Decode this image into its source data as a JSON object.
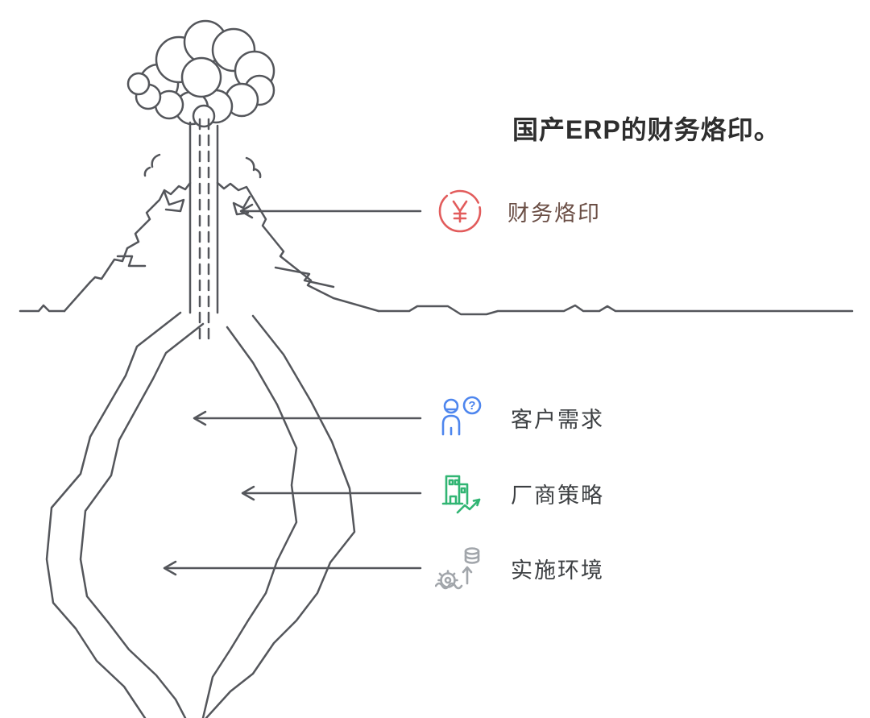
{
  "title": "国产ERP的财务烙印。",
  "callouts": [
    {
      "label": "财务烙印",
      "icon": "yen-circle-icon"
    },
    {
      "label": "客户需求",
      "icon": "customer-need-icon"
    },
    {
      "label": "厂商策略",
      "icon": "vendor-strategy-icon"
    },
    {
      "label": "实施环境",
      "icon": "implementation-environment-icon"
    }
  ],
  "glyphs": {
    "question": "?"
  },
  "colors": {
    "background": "#ffffff",
    "line_art": "#54565b",
    "title_text": "#2e2e2e",
    "label_text": "#3d4043",
    "finance_label_text": "#6b4f46",
    "accent_red": "#e25c5c",
    "accent_blue": "#4e86ee",
    "accent_green": "#31b573",
    "accent_gray": "#a2a6ab"
  }
}
